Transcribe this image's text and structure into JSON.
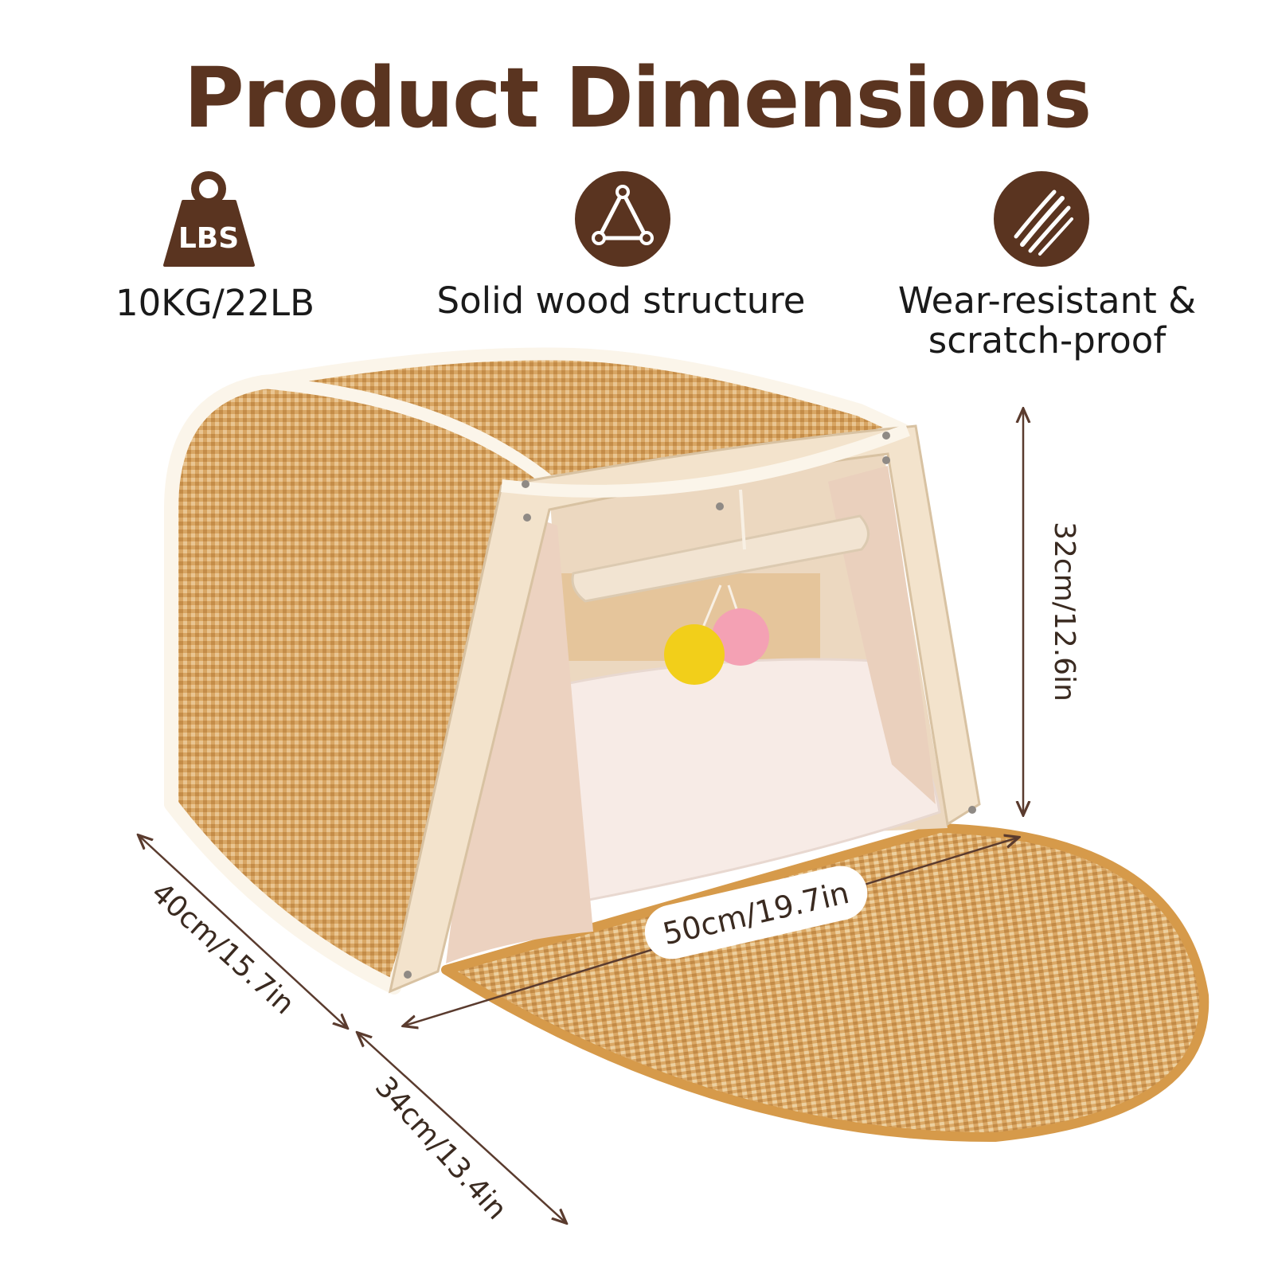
{
  "title": "Product Dimensions",
  "colors": {
    "brand": "#5a3420",
    "sisal": "#d9a865",
    "sisal_dark": "#b77f3f",
    "frame": "#f3e3cc",
    "trim": "#fbf5ea",
    "cushion": "#f7ebe6",
    "arrow": "#5a3b2e"
  },
  "features": [
    {
      "icon": "weight-lbs-icon",
      "icon_text": "LBS",
      "label": "10KG/22LB"
    },
    {
      "icon": "triangle-structure-icon",
      "label": "Solid wood structure"
    },
    {
      "icon": "claw-scratch-icon",
      "label_line1": "Wear-resistant &",
      "label_line2": "scratch-proof"
    }
  ],
  "dimensions": {
    "height": "32cm/12.6in",
    "width": "50cm/19.7in",
    "depth": "40cm/15.7in",
    "mat_depth": "34cm/13.4in"
  }
}
